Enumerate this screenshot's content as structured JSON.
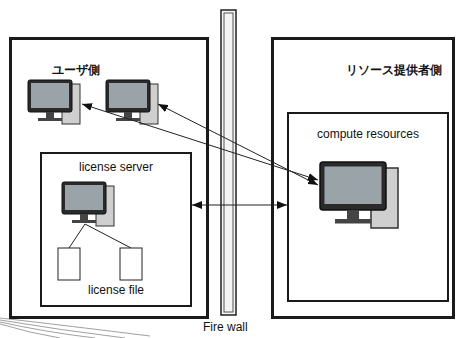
{
  "diagram": {
    "nodes": [
      {
        "text": [
          "ユーザ側"
        ]
      },
      {
        "text": [
          "license server",
          "license file"
        ],
        "in": 0
      },
      {
        "text": [
          "リソース提供者側"
        ]
      },
      {
        "text": [
          "compute resources"
        ],
        "in": 2
      }
    ],
    "edges": [
      {
        "from": 3,
        "to": 1,
        "arrow": "both"
      }
    ],
    "labels": [
      "Fire wall"
    ]
  }
}
